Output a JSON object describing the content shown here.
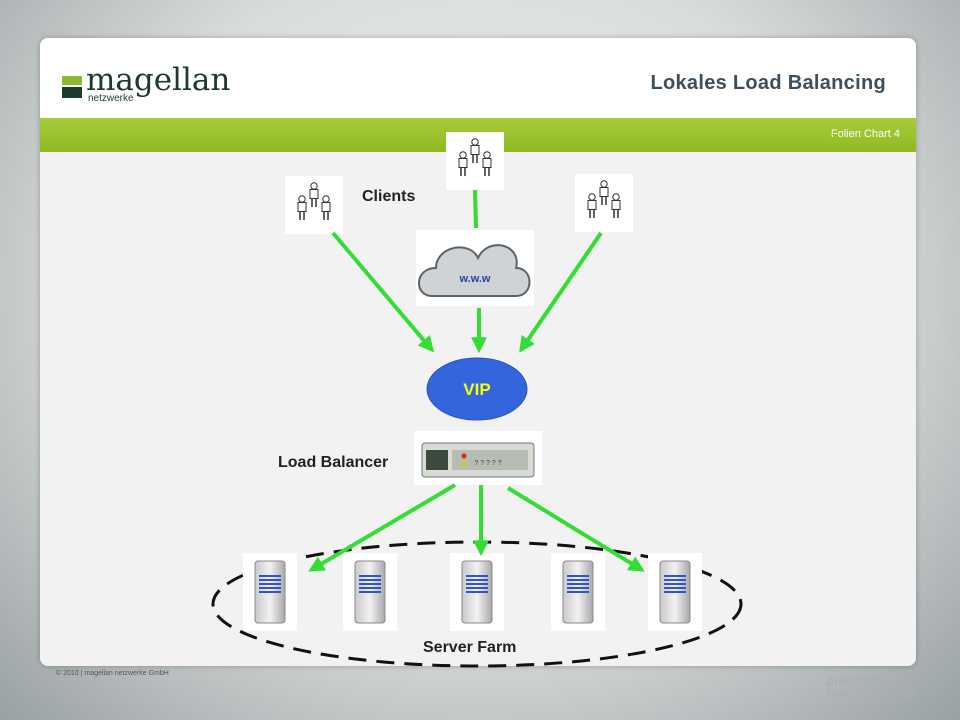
{
  "header": {
    "logo_brand": "magellan",
    "logo_sub": "netzwerke",
    "title": "Lokales Load Balancing",
    "chart_label": "Folien Chart 4"
  },
  "diagram": {
    "clients_label": "Clients",
    "cloud_label": "w.w.w",
    "vip_label": "VIP",
    "load_balancer_label": "Load Balancer",
    "server_farm_label": "Server Farm"
  },
  "footer": {
    "copyright": "© 2010 | magellan netzwerke GmbH",
    "slogan_line1": "DISCOVER",
    "slogan_line2": "OUR NETWORK"
  },
  "colors": {
    "green_band": "#94bf28",
    "arrow": "#33dd33",
    "vip": "#3366dd",
    "title": "#3d4f5c"
  }
}
